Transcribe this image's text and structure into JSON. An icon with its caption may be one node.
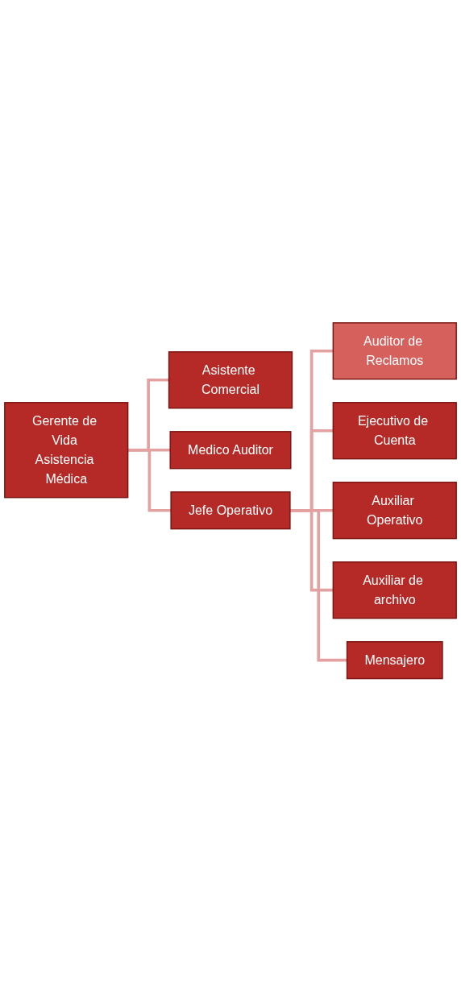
{
  "diagram": {
    "nodes": [
      {
        "text": [
          "Gerente de Vida Asistencia Médica"
        ]
      },
      {
        "text": [
          "Asistente Comercial"
        ]
      },
      {
        "text": [
          "Medico Auditor"
        ]
      },
      {
        "text": [
          "Jefe Operativo"
        ]
      },
      {
        "text": [
          "Auditor de Reclamos"
        ]
      },
      {
        "text": [
          "Ejecutivo de Cuenta"
        ]
      },
      {
        "text": [
          "Auxiliar Operativo"
        ]
      },
      {
        "text": [
          "Auxiliar de archivo"
        ]
      },
      {
        "text": [
          "Mensajero"
        ]
      }
    ],
    "edges": [
      {
        "from": 0,
        "to": 1,
        "arrow": "none"
      },
      {
        "from": 0,
        "to": 2,
        "arrow": "none"
      },
      {
        "from": 0,
        "to": 3,
        "arrow": "none"
      },
      {
        "from": 3,
        "to": 4,
        "arrow": "none"
      },
      {
        "from": 3,
        "to": 5,
        "arrow": "none"
      },
      {
        "from": 3,
        "to": 6,
        "arrow": "none"
      },
      {
        "from": 3,
        "to": 7,
        "arrow": "none"
      },
      {
        "from": 3,
        "to": 8,
        "arrow": "none"
      }
    ]
  }
}
